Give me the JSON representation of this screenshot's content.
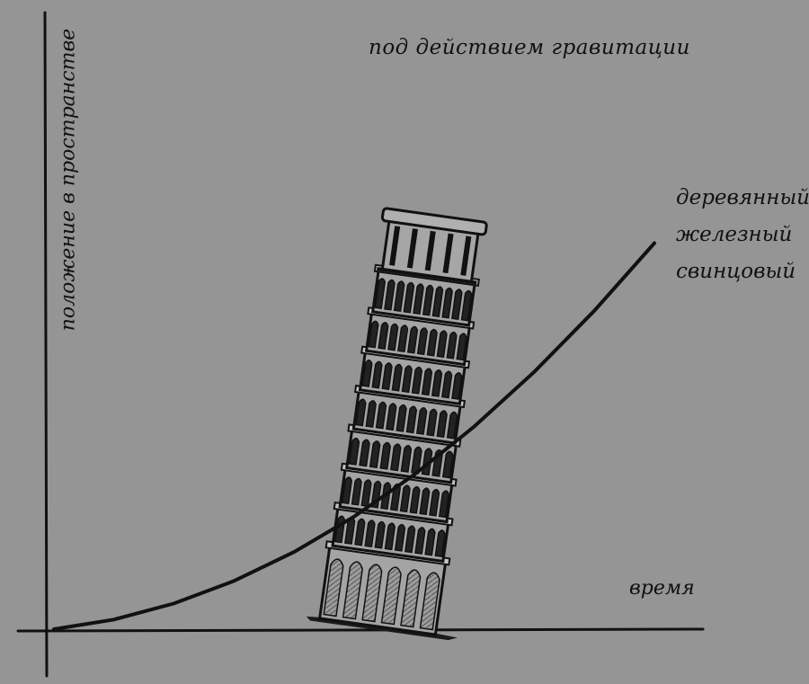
{
  "title": "под действием гравитации",
  "ylabel": "положение в пространстве",
  "xlabel": "время",
  "legend_items": [
    "деревянный",
    "железный",
    "свинцовый"
  ],
  "colors": {
    "background": "#959595",
    "ink": "#111111"
  },
  "illustration": "leaning-tower-of-pisa",
  "chart_data": {
    "type": "line",
    "title": "под действием гравитации",
    "xlabel": "время",
    "ylabel": "положение в пространстве",
    "series": [
      {
        "name": "деревянный",
        "x": [
          0,
          1,
          2,
          3,
          4,
          5,
          6,
          7,
          8,
          9,
          10
        ],
        "y": [
          0,
          0.3,
          0.8,
          1.5,
          2.4,
          3.5,
          4.8,
          6.3,
          8.0,
          9.9,
          12.0
        ]
      },
      {
        "name": "железный",
        "x": [
          0,
          1,
          2,
          3,
          4,
          5,
          6,
          7,
          8,
          9,
          10
        ],
        "y": [
          0,
          0.3,
          0.8,
          1.5,
          2.4,
          3.5,
          4.8,
          6.3,
          8.0,
          9.9,
          12.0
        ]
      },
      {
        "name": "свинцовый",
        "x": [
          0,
          1,
          2,
          3,
          4,
          5,
          6,
          7,
          8,
          9,
          10
        ],
        "y": [
          0,
          0.3,
          0.8,
          1.5,
          2.4,
          3.5,
          4.8,
          6.3,
          8.0,
          9.9,
          12.0
        ]
      }
    ],
    "xlim": [
      0,
      10
    ],
    "ylim": [
      0,
      19
    ],
    "grid": false,
    "legend": "right"
  }
}
